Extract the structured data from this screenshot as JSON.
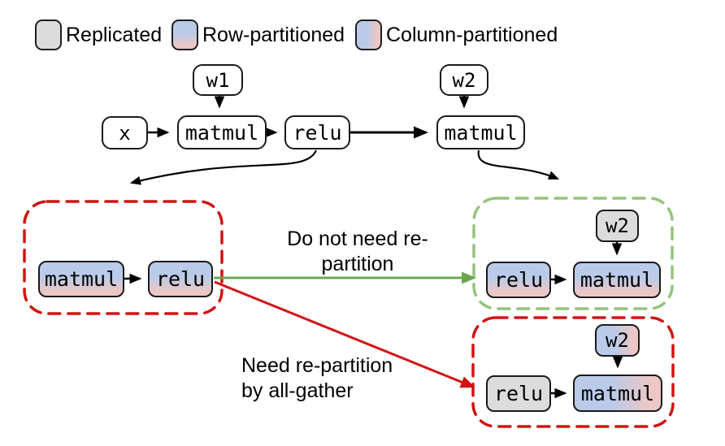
{
  "colors": {
    "red": "#d01414",
    "green_dash": "#93c47d",
    "green_arrow": "#6aa84f",
    "black": "#000000",
    "node_blue": "#b9cbe9",
    "node_pink": "#ecc7c5",
    "node_gray": "#dcdcdc",
    "node_border": "#1a1a1a"
  },
  "legend": {
    "items": [
      {
        "label": "Replicated",
        "partition": "replicated"
      },
      {
        "label": "Row-partitioned",
        "partition": "row"
      },
      {
        "label": "Column-partitioned",
        "partition": "column"
      }
    ]
  },
  "top_graph": {
    "nodes": [
      {
        "label": "x",
        "partition": "none"
      },
      {
        "label": "matmul",
        "partition": "none"
      },
      {
        "label": "relu",
        "partition": "none"
      },
      {
        "label": "matmul",
        "partition": "none"
      },
      {
        "label": "w1",
        "partition": "none"
      },
      {
        "label": "w2",
        "partition": "none"
      }
    ]
  },
  "left_group": {
    "nodes": [
      {
        "label": "matmul",
        "partition": "row"
      },
      {
        "label": "relu",
        "partition": "row"
      }
    ]
  },
  "green_group": {
    "nodes": [
      {
        "label": "w2",
        "partition": "replicated"
      },
      {
        "label": "relu",
        "partition": "row"
      },
      {
        "label": "matmul",
        "partition": "row"
      }
    ]
  },
  "bottom_group": {
    "nodes": [
      {
        "label": "w2",
        "partition": "column"
      },
      {
        "label": "relu",
        "partition": "replicated"
      },
      {
        "label": "matmul",
        "partition": "column"
      }
    ]
  },
  "annotations": {
    "no_repartition_line1": "Do not need re-",
    "no_repartition_line2": "partition",
    "need_repartition_line1": "Need re-partition",
    "need_repartition_line2": "by all-gather"
  }
}
